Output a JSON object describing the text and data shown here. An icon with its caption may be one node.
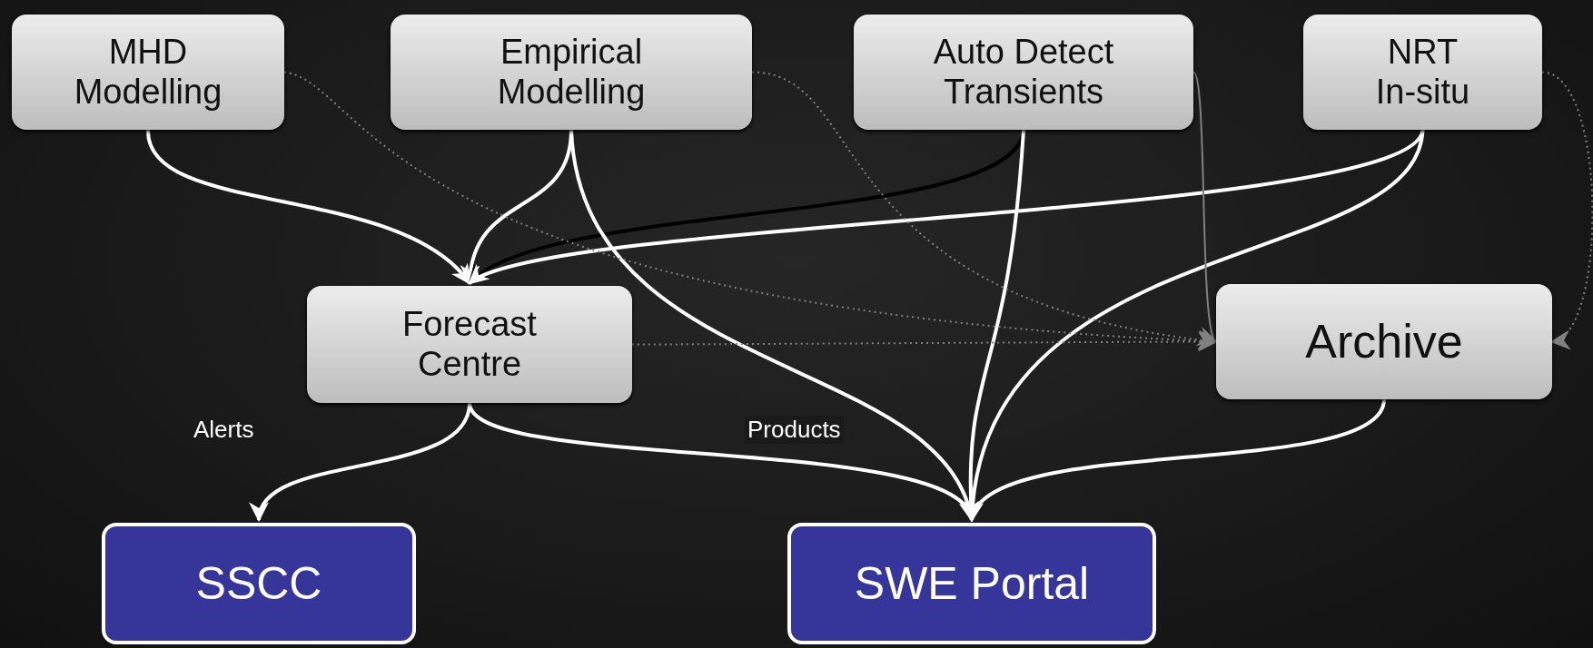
{
  "diagram": {
    "nodes": [
      {
        "text": [
          "MHD Modelling"
        ]
      },
      {
        "text": [
          "Empirical Modelling"
        ]
      },
      {
        "text": [
          "Auto Detect Transients"
        ]
      },
      {
        "text": [
          "NRT In-situ"
        ]
      },
      {
        "text": [
          "Forecast Centre"
        ]
      },
      {
        "text": [
          "Archive"
        ]
      },
      {
        "text": [
          "SSCC"
        ]
      },
      {
        "text": [
          "SWE Portal"
        ]
      }
    ],
    "edges": [
      {
        "from": 0,
        "to": 4,
        "arrow": "to"
      },
      {
        "from": 1,
        "to": 4,
        "arrow": "to"
      },
      {
        "from": 2,
        "to": 4,
        "arrow": "to",
        "color": "#000000"
      },
      {
        "from": 3,
        "to": 4,
        "arrow": "to"
      },
      {
        "from": 1,
        "to": 7,
        "arrow": "to"
      },
      {
        "from": 2,
        "to": 7,
        "arrow": "to"
      },
      {
        "from": 3,
        "to": 7,
        "arrow": "to"
      },
      {
        "from": 4,
        "to": 6,
        "arrow": "to",
        "label": "Alerts"
      },
      {
        "from": 4,
        "to": 7,
        "arrow": "to",
        "label": "Products"
      },
      {
        "from": 5,
        "to": 7,
        "arrow": "to"
      },
      {
        "from": 0,
        "to": 5,
        "arrow": "to",
        "style": "dashed",
        "color": "#808080"
      },
      {
        "from": 1,
        "to": 5,
        "arrow": "to",
        "style": "dashed",
        "color": "#808080"
      },
      {
        "from": 2,
        "to": 5,
        "arrow": "to",
        "color": "#808080"
      },
      {
        "from": 3,
        "to": 5,
        "arrow": "to",
        "style": "dashed",
        "color": "#808080"
      },
      {
        "from": 4,
        "to": 5,
        "arrow": "to",
        "style": "dashed",
        "color": "#808080"
      }
    ]
  }
}
